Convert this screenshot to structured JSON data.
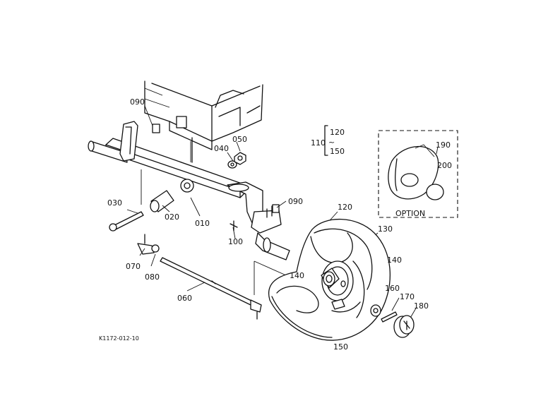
{
  "diagram": {
    "ref_code": "K1172-012-10",
    "parts": [
      {
        "id": "p010",
        "label": "010"
      },
      {
        "id": "p020",
        "label": "020"
      },
      {
        "id": "p030",
        "label": "030"
      },
      {
        "id": "p040",
        "label": "040"
      },
      {
        "id": "p050",
        "label": "050"
      },
      {
        "id": "p060",
        "label": "060"
      },
      {
        "id": "p070",
        "label": "070"
      },
      {
        "id": "p080",
        "label": "080"
      },
      {
        "id": "p090a",
        "label": "090"
      },
      {
        "id": "p090b",
        "label": "090"
      },
      {
        "id": "p100",
        "label": "100"
      },
      {
        "id": "p110",
        "label": "110"
      },
      {
        "id": "p120a",
        "label": "120"
      },
      {
        "id": "p120b",
        "label": "120"
      },
      {
        "id": "p130",
        "label": "130"
      },
      {
        "id": "p140a",
        "label": "140"
      },
      {
        "id": "p140b",
        "label": "140"
      },
      {
        "id": "p150a",
        "label": "150"
      },
      {
        "id": "p150b",
        "label": "150"
      },
      {
        "id": "p160",
        "label": "160"
      },
      {
        "id": "p170",
        "label": "170"
      },
      {
        "id": "p180",
        "label": "180"
      },
      {
        "id": "p190",
        "label": "190"
      },
      {
        "id": "p200",
        "label": "200"
      }
    ],
    "option_box": {
      "label": "OPTION"
    },
    "bracket_tilde": "~"
  }
}
